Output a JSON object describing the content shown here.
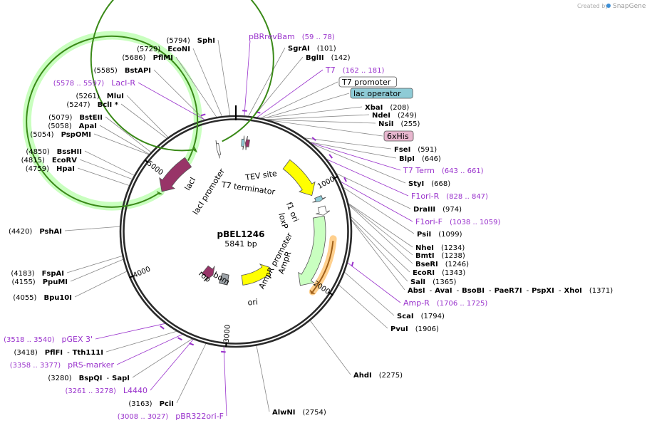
{
  "credit": {
    "created_by": "Created by",
    "brand": "SnapGene"
  },
  "plasmid": {
    "name": "pBEL1246",
    "size_label": "5841 bp",
    "length_bp": 5841
  },
  "colors": {
    "backbone": "#2a2a2a",
    "primer": "#9932cc",
    "site_line": "#888888",
    "lacI": "#983468",
    "lacI_promoter": "#ffffff",
    "AmpR": "#c9ffc0",
    "AmpR_promoter": "#ffffff",
    "ori": "#ffff00",
    "f1_ori": "#ffff00",
    "rop": "#983468",
    "bom": "#9ea4a9",
    "lac_operator_box": "#8ecbd6",
    "his_box": "#e8b7cf",
    "lacI_halo": "#c9ffbf",
    "amp_halo": "#ffd08e",
    "green_arc": "#3a8a18",
    "brown_arc": "#a0601a"
  },
  "ticks": [
    {
      "bp": 1000,
      "label": "1000"
    },
    {
      "bp": 2000,
      "label": "2000"
    },
    {
      "bp": 3000,
      "label": "3000"
    },
    {
      "bp": 4000,
      "label": "4000"
    },
    {
      "bp": 5000,
      "label": "5000"
    }
  ],
  "right_sites": [
    {
      "kind": "site",
      "name": "SgrAI",
      "pos": "(101)",
      "bp": 101
    },
    {
      "kind": "site",
      "name": "BglII",
      "pos": "(142)",
      "bp": 142
    },
    {
      "kind": "primer",
      "name": "T7",
      "pos": "(162 .. 181)",
      "bp": 171
    },
    {
      "kind": "boxed",
      "name": "T7 promoter",
      "style": "plain",
      "bp": 200
    },
    {
      "kind": "boxed",
      "name": "lac operator",
      "style": "blue",
      "bp": 220
    },
    {
      "kind": "site",
      "name": "XbaI",
      "pos": "(208)",
      "bp": 208
    },
    {
      "kind": "site",
      "name": "NdeI",
      "pos": "(249)",
      "bp": 249
    },
    {
      "kind": "site",
      "name": "NsiI",
      "pos": "(255)",
      "bp": 255
    },
    {
      "kind": "boxed",
      "name": "6xHis",
      "style": "pink",
      "bp": 270
    },
    {
      "kind": "site",
      "name": "FseI",
      "pos": "(591)",
      "bp": 591
    },
    {
      "kind": "site",
      "name": "BlpI",
      "pos": "(646)",
      "bp": 646
    },
    {
      "kind": "primer",
      "name": "T7 Term",
      "pos": "(643 .. 661)",
      "bp": 652
    },
    {
      "kind": "site",
      "name": "StyI",
      "pos": "(668)",
      "bp": 668
    },
    {
      "kind": "primer",
      "name": "F1ori-R",
      "pos": "(828 .. 847)",
      "bp": 837
    },
    {
      "kind": "site",
      "name": "DraIII",
      "pos": "(974)",
      "bp": 974
    },
    {
      "kind": "primer",
      "name": "F1ori-F",
      "pos": "(1038 .. 1059)",
      "bp": 1048
    },
    {
      "kind": "site",
      "name": "PsiI",
      "pos": "(1099)",
      "bp": 1099
    },
    {
      "kind": "site",
      "name": "NheI",
      "pos": "(1234)",
      "bp": 1234
    },
    {
      "kind": "site",
      "name": "BmtI",
      "pos": "(1238)",
      "bp": 1238
    },
    {
      "kind": "site",
      "name": "BseRI",
      "pos": "(1246)",
      "bp": 1246
    },
    {
      "kind": "site",
      "name": "EcoRI",
      "pos": "(1343)",
      "bp": 1343
    },
    {
      "kind": "site",
      "name": "SalI",
      "pos": "(1365)",
      "bp": 1365
    },
    {
      "kind": "multisite",
      "names": [
        "AbsI",
        "AvaI",
        "BsoBI",
        "PaeR7I",
        "PspXI",
        "XhoI"
      ],
      "pos": "(1371)",
      "bp": 1371
    },
    {
      "kind": "primer",
      "name": "Amp-R",
      "pos": "(1706 .. 1725)",
      "bp": 1715
    },
    {
      "kind": "site",
      "name": "ScaI",
      "pos": "(1794)",
      "bp": 1794
    },
    {
      "kind": "site",
      "name": "PvuI",
      "pos": "(1906)",
      "bp": 1906
    },
    {
      "kind": "site",
      "name": "AhdI",
      "pos": "(2275)",
      "bp": 2275
    },
    {
      "kind": "site",
      "name": "AlwNI",
      "pos": "(2754)",
      "bp": 2754
    }
  ],
  "left_sites": [
    {
      "kind": "primer",
      "name": "pBRrevBam",
      "pos": "(59 .. 78)",
      "bp": 68
    },
    {
      "kind": "site",
      "name": "SphI",
      "pos": "(5794)",
      "bp": 5794
    },
    {
      "kind": "site",
      "name": "EcoNI",
      "pos": "(5729)",
      "bp": 5729
    },
    {
      "kind": "site",
      "name": "PflMI",
      "pos": "(5686)",
      "bp": 5686
    },
    {
      "kind": "site",
      "name": "BstAPI",
      "pos": "(5585)",
      "bp": 5585
    },
    {
      "kind": "primer",
      "name": "LacI-R",
      "pos": "(5578 .. 5597)",
      "bp": 5587
    },
    {
      "kind": "site",
      "name": "MluI",
      "pos": "(5261)",
      "bp": 5261
    },
    {
      "kind": "site",
      "name": "BclI *",
      "pos": "(5247)",
      "bp": 5247
    },
    {
      "kind": "site",
      "name": "BstEII",
      "pos": "(5079)",
      "bp": 5079
    },
    {
      "kind": "site",
      "name": "ApaI",
      "pos": "(5058)",
      "bp": 5058
    },
    {
      "kind": "site",
      "name": "PspOMI",
      "pos": "(5054)",
      "bp": 5054
    },
    {
      "kind": "site",
      "name": "BssHII",
      "pos": "(4850)",
      "bp": 4850
    },
    {
      "kind": "site",
      "name": "EcoRV",
      "pos": "(4815)",
      "bp": 4815
    },
    {
      "kind": "site",
      "name": "HpaI",
      "pos": "(4759)",
      "bp": 4759
    },
    {
      "kind": "site",
      "name": "PshAI",
      "pos": "(4420)",
      "bp": 4420
    },
    {
      "kind": "site",
      "name": "FspAI",
      "pos": "(4183)",
      "bp": 4183
    },
    {
      "kind": "site",
      "name": "PpuMI",
      "pos": "(4155)",
      "bp": 4155
    },
    {
      "kind": "site",
      "name": "Bpu10I",
      "pos": "(4055)",
      "bp": 4055
    },
    {
      "kind": "primer",
      "name": "pGEX 3'",
      "pos": "(3518 .. 3540)",
      "bp": 3529
    },
    {
      "kind": "multisite",
      "names": [
        "PflFI",
        "Tth111I"
      ],
      "pos": "(3418)",
      "bp": 3418
    },
    {
      "kind": "primer",
      "name": "pRS-marker",
      "pos": "(3358 .. 3377)",
      "bp": 3367
    },
    {
      "kind": "multisite",
      "names": [
        "BspQI",
        "SapI"
      ],
      "pos": "(3280)",
      "bp": 3280
    },
    {
      "kind": "primer",
      "name": "L4440",
      "pos": "(3261 .. 3278)",
      "bp": 3270
    },
    {
      "kind": "site",
      "name": "PciI",
      "pos": "(3163)",
      "bp": 3163
    },
    {
      "kind": "primer",
      "name": "pBR322ori-F",
      "pos": "(3008 .. 3027)",
      "bp": 3017
    }
  ],
  "features": [
    {
      "id": "lacI",
      "name": "lacI",
      "start": 4840,
      "end": 5280,
      "dir": -1,
      "ring": "outer",
      "color_key": "lacI"
    },
    {
      "id": "lacI_promoter",
      "name": "lacI promoter",
      "start": 5630,
      "end": 5660,
      "dir": -1,
      "ring": "outer",
      "color_key": "lacI_promoter"
    },
    {
      "id": "tev",
      "name": "TEV site",
      "start": 60,
      "end": 90,
      "dir": 1,
      "ring": "mid",
      "color_key": "lac_operator_box"
    },
    {
      "id": "t7term",
      "name": "T7 terminator",
      "start": 100,
      "end": 140,
      "dir": -1,
      "ring": "mid",
      "color_key": "lacI"
    },
    {
      "id": "f1ori",
      "name": "f1 ori",
      "start": 600,
      "end": 1050,
      "dir": 1,
      "ring": "outer",
      "color_key": "f1_ori"
    },
    {
      "id": "loxp",
      "name": "loxP",
      "start": 1090,
      "end": 1140,
      "dir": 1,
      "ring": "mid",
      "color_key": "lac_operator_box"
    },
    {
      "id": "AmpR_promoter",
      "name": "AmpR promoter",
      "start": 1200,
      "end": 1290,
      "dir": 1,
      "ring": "mid",
      "color_key": "AmpR_promoter"
    },
    {
      "id": "AmpR",
      "name": "AmpR",
      "start": 1300,
      "end": 2110,
      "dir": 1,
      "ring": "outer",
      "color_key": "AmpR"
    },
    {
      "id": "ori",
      "name": "ori",
      "start": 2220,
      "end": 2800,
      "dir": -1,
      "ring": "inner",
      "color_key": "ori"
    },
    {
      "id": "bom",
      "name": "bom",
      "start": 3070,
      "end": 3210,
      "dir": 0,
      "ring": "inner",
      "color_key": "bom"
    },
    {
      "id": "rop",
      "name": "rop",
      "start": 3370,
      "end": 3550,
      "dir": -1,
      "ring": "inner",
      "color_key": "rop"
    }
  ]
}
